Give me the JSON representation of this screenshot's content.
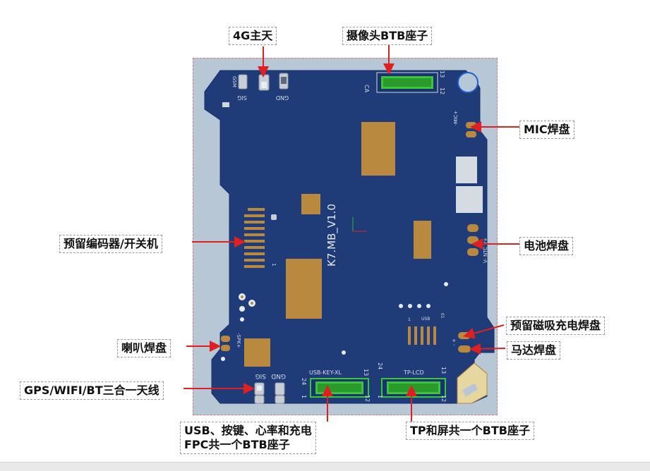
{
  "board": {
    "name": "K7.MB_V1.0",
    "silkscreen": {
      "top_antenna_left": "SIG",
      "top_antenna_right": "GND",
      "top_antenna_top": "GSM",
      "camera_con": "CA",
      "camera_pin_right_top": "13",
      "camera_pin_right_bottom": "12",
      "mic": "-MIC+",
      "battery": "V- NTC V+",
      "speaker": "-SPK+",
      "usb_small": "USB",
      "usb_pin_left": "1",
      "usb_pin_right": "01",
      "encoder_pin": "1",
      "bottom_ant_right": "GND",
      "bottom_ant_left": "SIG",
      "usb_con": "USB-KEY-XL",
      "usb_con_left_top": "24",
      "usb_con_right_top": "13",
      "usb_con_left_bottom": "1",
      "usb_con_right_bottom": "12",
      "tp_con": "TP-LCD",
      "tp_con_left_top": "24",
      "tp_con_right_top": "13",
      "tp_con_left_bottom": "1",
      "tp_con_right_bottom": "12",
      "motor": "+ -"
    }
  },
  "callouts": {
    "antenna_4g": "4G主天",
    "camera_btb": "摄像头BTB座子",
    "mic_pad": "MIC焊盘",
    "encoder_switch": "预留编码器/开关机",
    "battery_pad": "电池焊盘",
    "magnetic_charge_pad": "预留磁吸充电焊盘",
    "speaker_pad": "喇叭焊盘",
    "motor_pad": "马达焊盘",
    "gps_antenna": "GPS/WIFI/BT三合一天线",
    "usb_btb": "USB、按键、心率和充电\nFPC共一个BTB座子",
    "tp_btb": "TP和屏共一个BTB座子"
  },
  "colors": {
    "board_fill": "#1f3b78",
    "frame_bg": "#b8c7d6",
    "pad_gold": "#b8893f",
    "connector_green": "#3cc43c",
    "arrow_red": "#e02020"
  }
}
